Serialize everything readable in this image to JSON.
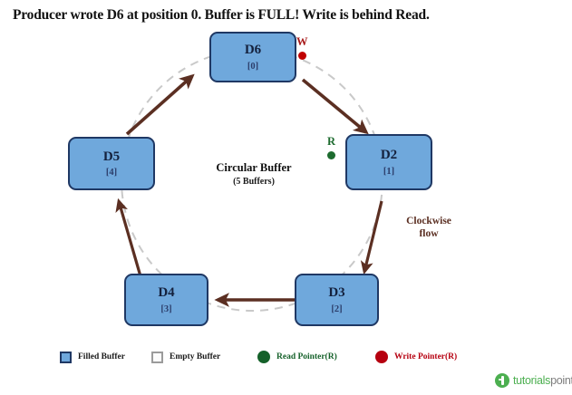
{
  "title": "Producer wrote D6 at position 0. Buffer is FULL! Write is behind Read.",
  "center": {
    "heading": "Circular Buffer",
    "subheading": "(5 Buffers)"
  },
  "flow_label": "Clockwise\nflow",
  "flow_label_line1": "Clockwise",
  "flow_label_line2": "flow",
  "buffers": [
    {
      "label": "D6",
      "index": "[0]",
      "state": "filled"
    },
    {
      "label": "D2",
      "index": "[1]",
      "state": "filled"
    },
    {
      "label": "D3",
      "index": "[2]",
      "state": "filled"
    },
    {
      "label": "D4",
      "index": "[3]",
      "state": "filled"
    },
    {
      "label": "D5",
      "index": "[4]",
      "state": "filled"
    }
  ],
  "pointers": {
    "write": {
      "letter": "W",
      "color": "#c00000",
      "at_buffer": "D6"
    },
    "read": {
      "letter": "R",
      "color": "#1d6b2f",
      "at_buffer": "D2"
    }
  },
  "legend": [
    {
      "swatch": "square-filled",
      "label": "Filled Buffer",
      "color": "#6fa8dc"
    },
    {
      "swatch": "square-empty",
      "label": "Empty Buffer",
      "color": "#fbfbfb"
    },
    {
      "swatch": "dot-green",
      "label": "Read Pointer(R)",
      "color": "#15612a"
    },
    {
      "swatch": "dot-red",
      "label": "Write Pointer(R)",
      "color": "#b60010"
    }
  ],
  "brand": {
    "part1": "tutorials",
    "part2": "point"
  },
  "colors": {
    "buffer_fill": "#6fa8dc",
    "buffer_border": "#1f3864",
    "arrow": "#5b2f22",
    "ring_dash": "#c9c9c9",
    "write": "#c00000",
    "read": "#1d6b2f"
  }
}
